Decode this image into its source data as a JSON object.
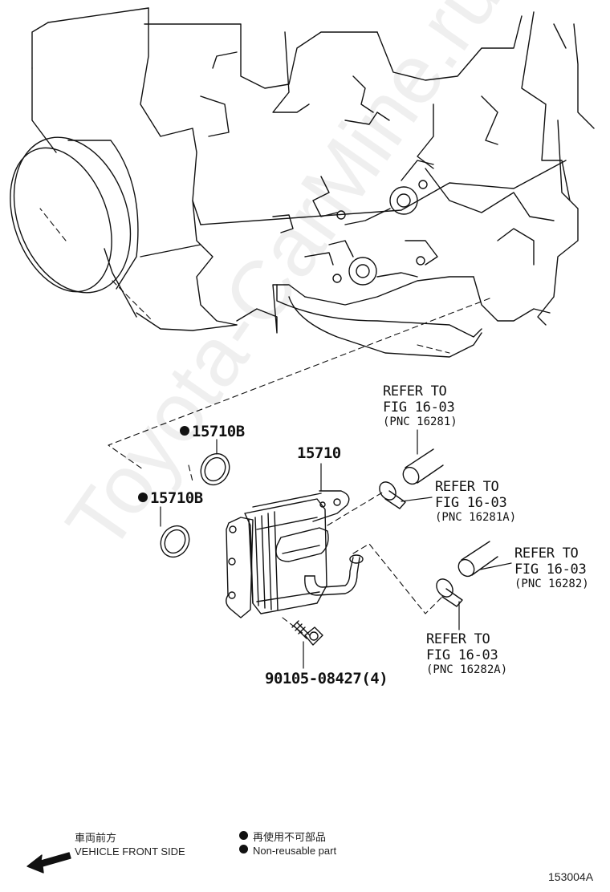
{
  "watermark": "Toyota-CarMine.ru",
  "parts": {
    "oil_cooler": "15710",
    "gasket_upper": "15710B",
    "gasket_lower": "15710B",
    "bolt": "90105-08427(4)"
  },
  "references": [
    {
      "line1": "REFER TO",
      "line2": "FIG 16-03",
      "line3": "(PNC 16281)"
    },
    {
      "line1": "REFER TO",
      "line2": "FIG 16-03",
      "line3": "(PNC 16281A)"
    },
    {
      "line1": "REFER TO",
      "line2": "FIG 16-03",
      "line3": "(PNC 16282)"
    },
    {
      "line1": "REFER TO",
      "line2": "FIG 16-03",
      "line3": "(PNC 16282A)"
    }
  ],
  "legend": {
    "direction_jp": "車両前方",
    "direction_en": "VEHICLE FRONT SIDE",
    "nonreusable_jp": "再使用不可部品",
    "nonreusable_en": "Non-reusable part"
  },
  "figure_id": "153004A"
}
